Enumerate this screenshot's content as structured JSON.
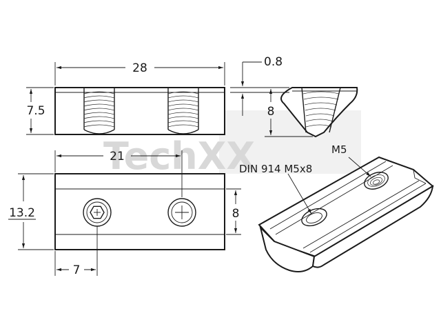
{
  "watermark": "TechXX",
  "dimensions": {
    "length": "28",
    "thickness_top": "0.8",
    "height_side": "7.5",
    "height_end": "8",
    "hole_spacing": "21",
    "width": "13.2",
    "hole_offset_vertical": "8",
    "hole_offset_edge": "7"
  },
  "annotations": {
    "screw": "DIN 914 M5x8",
    "thread": "M5"
  }
}
